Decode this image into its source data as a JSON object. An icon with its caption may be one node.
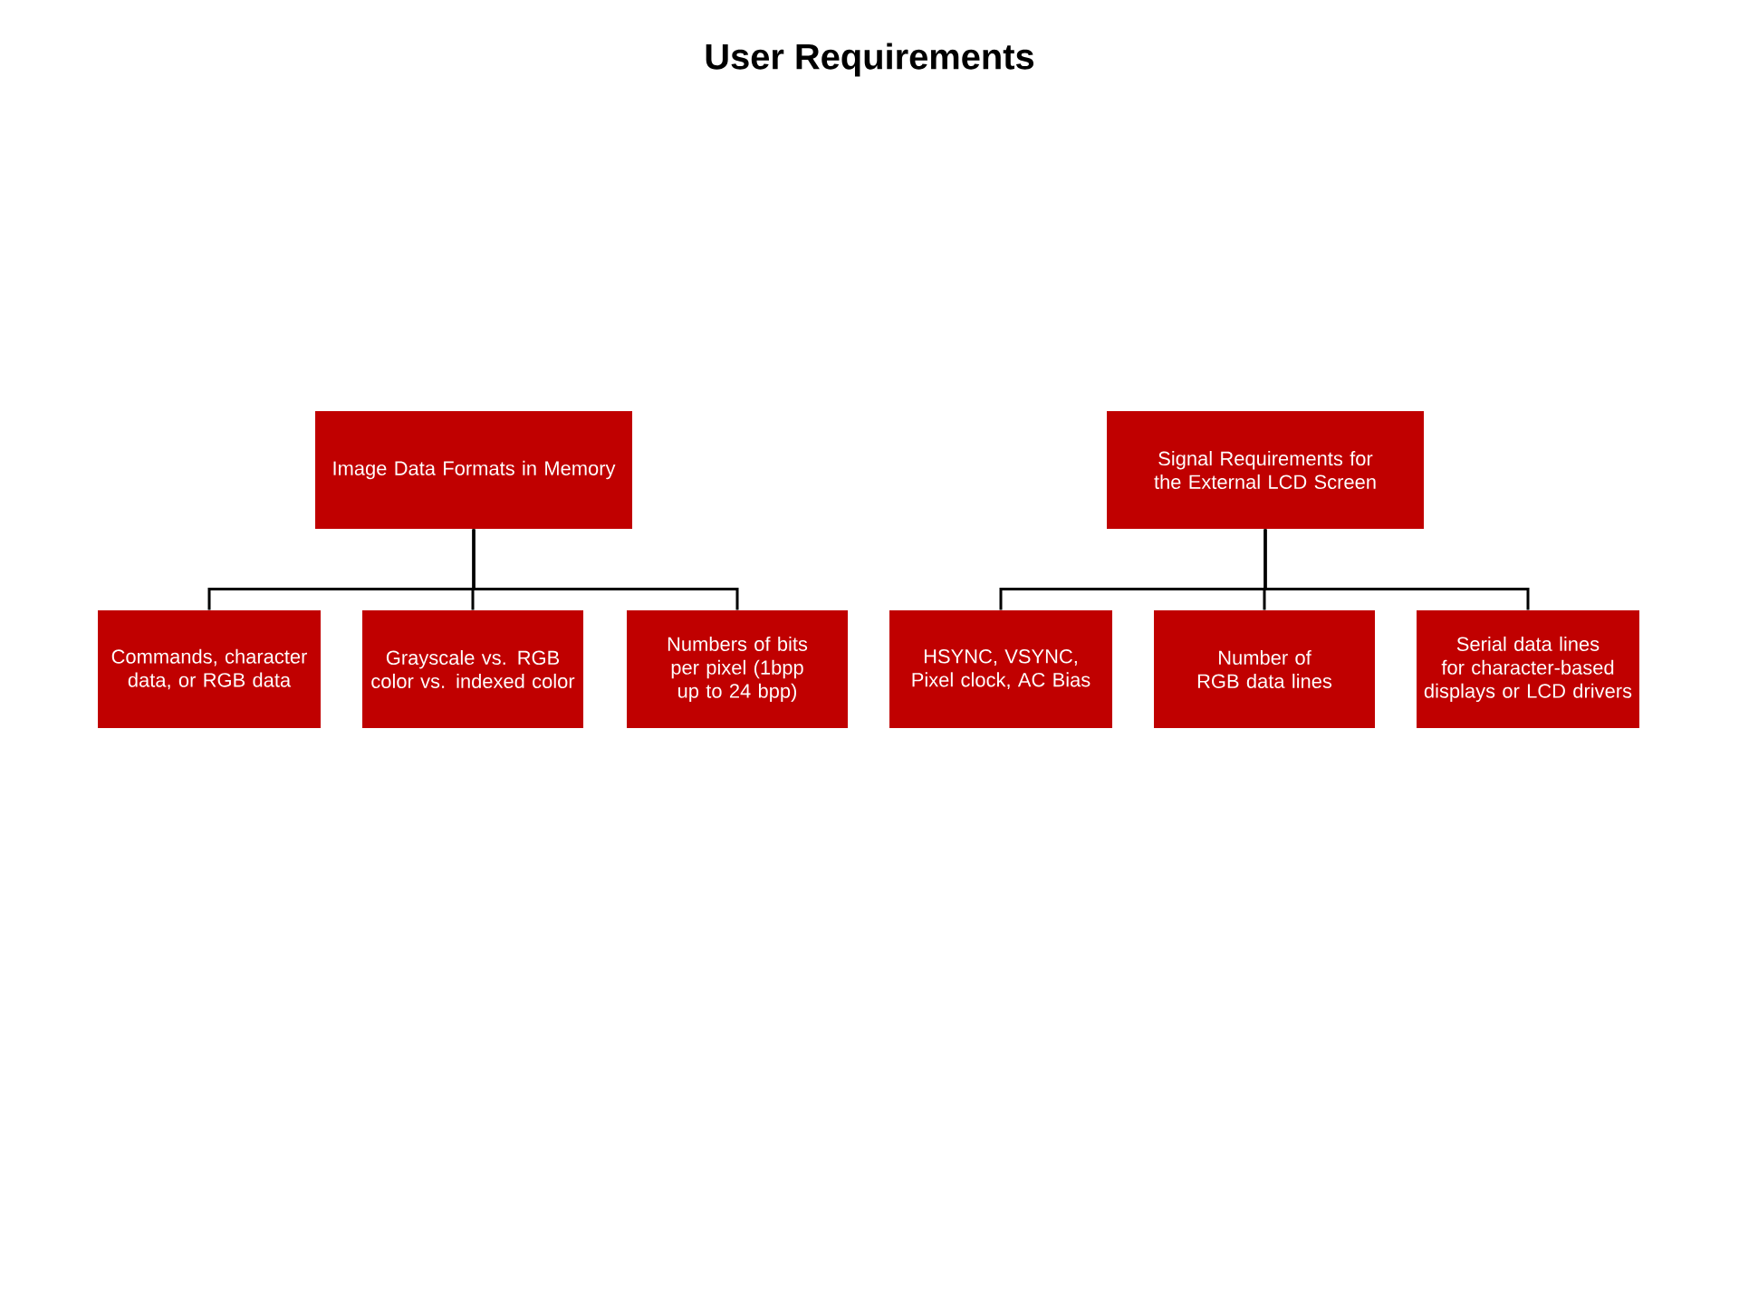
{
  "diagram": {
    "title": "User Requirements",
    "nodes": [
      {
        "text": [
          "Image Data Formats in Memory"
        ]
      },
      {
        "text": [
          "Signal Requirements for the External LCD Screen"
        ]
      },
      {
        "text": [
          "Commands, character data, or RGB data"
        ]
      },
      {
        "text": [
          "Grayscale vs. RGB color vs. indexed color"
        ]
      },
      {
        "text": [
          "Numbers of bits per pixel (1bpp up to 24 bpp)"
        ]
      },
      {
        "text": [
          "HSYNC, VSYNC, Pixel clock, AC Bias"
        ]
      },
      {
        "text": [
          "Number of RGB data lines"
        ]
      },
      {
        "text": [
          "Serial data lines for character-based displays or LCD drivers"
        ]
      }
    ],
    "edges": [
      {
        "from": 0,
        "to": 2,
        "arrow": "none"
      },
      {
        "from": 0,
        "to": 3,
        "arrow": "none"
      },
      {
        "from": 0,
        "to": 4,
        "arrow": "none"
      },
      {
        "from": 1,
        "to": 5,
        "arrow": "none"
      },
      {
        "from": 1,
        "to": 6,
        "arrow": "none"
      },
      {
        "from": 1,
        "to": 7,
        "arrow": "none"
      }
    ]
  }
}
